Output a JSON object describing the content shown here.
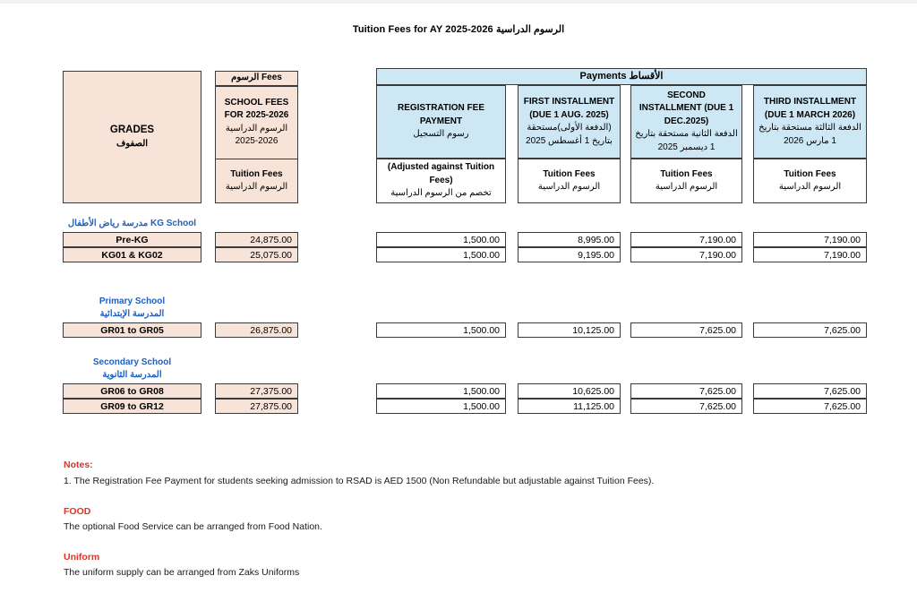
{
  "document": {
    "title_en": "Tuition Fees for AY 2025-2026",
    "title_ar": "الرسوم الدراسية"
  },
  "table": {
    "grades_header": {
      "en": "GRADES",
      "ar": "الصفوف"
    },
    "fees_header": {
      "title_en": "Fees",
      "title_ar": "الرسوم",
      "school_fees_en": "SCHOOL FEES FOR 2025-2026",
      "school_fees_ar": "الرسوم الدراسية 2026-2025",
      "tuition_en": "Tuition Fees",
      "tuition_ar": "الرسوم الدراسية"
    },
    "payments_header": {
      "title_en": "Payments",
      "title_ar": "الأقساط"
    },
    "payment_columns": [
      {
        "title_en": "REGISTRATION FEE PAYMENT",
        "title_ar": "رسوم التسجيل",
        "sub_en": "(Adjusted against Tuition Fees)",
        "sub_ar": "تخصم من الرسوم الدراسية"
      },
      {
        "title_en": "FIRST INSTALLMENT (DUE 1 AUG. 2025)",
        "title_ar": "(الدفعة الأولى)مستحقة بتاريخ 1 أغسطس 2025",
        "sub_en": "Tuition Fees",
        "sub_ar": "الرسوم الدراسية"
      },
      {
        "title_en": "SECOND INSTALLMENT (DUE 1 DEC.2025)",
        "title_ar": "الدفعة الثانية مستحقة بتاريخ 1 ديسمبر 2025",
        "sub_en": "Tuition Fees",
        "sub_ar": "الرسوم الدراسية"
      },
      {
        "title_en": "THIRD INSTALLMENT (DUE 1 MARCH 2026)",
        "title_ar": "الدفعة الثالثة مستحقة بتاريخ 1 مارس 2026",
        "sub_en": "Tuition Fees",
        "sub_ar": "الرسوم الدراسية"
      }
    ],
    "sections": [
      {
        "label_en": "KG School",
        "label_ar": "مدرسة رياض الأطفال",
        "rows": [
          {
            "grade": "Pre-KG",
            "school_fees": "24,875.00",
            "registration": "1,500.00",
            "first": "8,995.00",
            "second": "7,190.00",
            "third": "7,190.00"
          },
          {
            "grade": "KG01 & KG02",
            "school_fees": "25,075.00",
            "registration": "1,500.00",
            "first": "9,195.00",
            "second": "7,190.00",
            "third": "7,190.00"
          }
        ]
      },
      {
        "label_en": "Primary School",
        "label_ar": "المدرسة الإبتدائية",
        "rows": [
          {
            "grade": "GR01 to GR05",
            "school_fees": "26,875.00",
            "registration": "1,500.00",
            "first": "10,125.00",
            "second": "7,625.00",
            "third": "7,625.00"
          }
        ]
      },
      {
        "label_en": "Secondary School",
        "label_ar": "المدرسة الثانوية",
        "rows": [
          {
            "grade": "GR06 to GR08",
            "school_fees": "27,375.00",
            "registration": "1,500.00",
            "first": "10,625.00",
            "second": "7,625.00",
            "third": "7,625.00"
          },
          {
            "grade": "GR09 to GR12",
            "school_fees": "27,875.00",
            "registration": "1,500.00",
            "first": "11,125.00",
            "second": "7,625.00",
            "third": "7,625.00"
          }
        ]
      }
    ]
  },
  "notes": {
    "notes_heading": "Notes:",
    "note_1": "1. The Registration Fee Payment for students seeking admission to RSAD is AED 1500 (Non Refundable but adjustable against Tuition Fees).",
    "food_heading": "FOOD",
    "food_text": "The optional Food Service can be arranged from Food Nation.",
    "uniform_heading": "Uniform",
    "uniform_text": "The uniform supply can be arranged from Zaks Uniforms"
  },
  "colors": {
    "peach": "#f8e3d8",
    "blue": "#cde8f4",
    "section_label": "#1f5fbf",
    "note_heading": "#e03127",
    "border": "#3a3a3a"
  }
}
